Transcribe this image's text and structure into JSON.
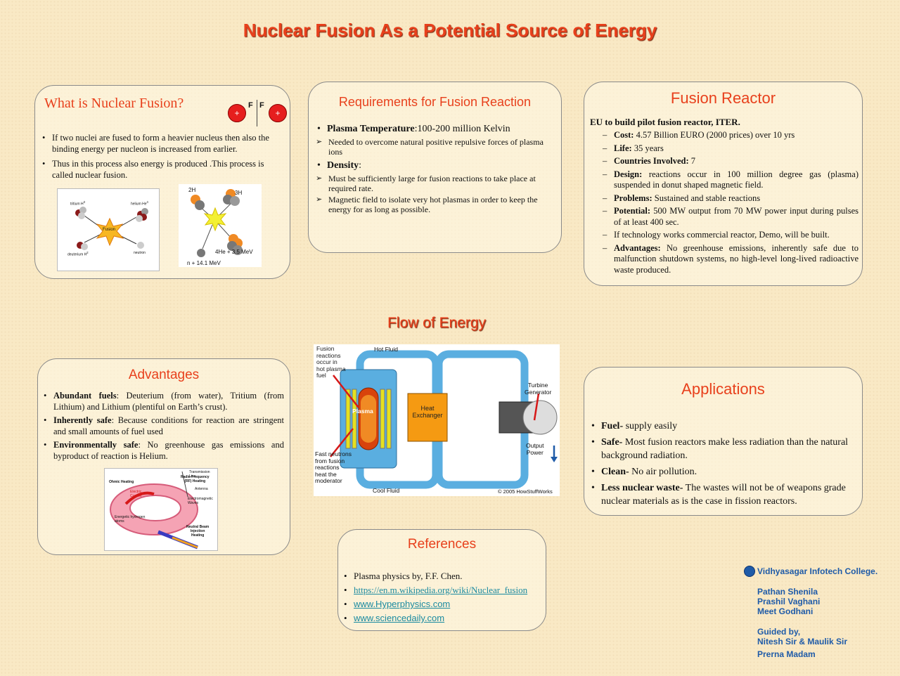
{
  "poster_title": "Nuclear Fusion As a Potential Source of Energy",
  "what": {
    "title": "What is Nuclear Fusion?",
    "bullets": [
      "If two nuclei are fused to form a heavier nucleus then also the binding energy per nucleon is increased from earlier.",
      "Thus in this process also energy is produced .This process is called nuclear fusion."
    ],
    "ff_label_a": "F",
    "ff_label_b": "F",
    "plus": "+",
    "fig1": {
      "tritium": "tritium H",
      "tritium_sup": "3",
      "helium": "helium  He",
      "helium_sup": "4",
      "center": "Fusion",
      "deuterium": "deuterium H",
      "deuterium_sup": "2",
      "neutron": "neutron"
    },
    "fig2": {
      "h2": "2H",
      "h3": "3H",
      "he": "4He + 3.5 MeV",
      "n": "n + 14.1 MeV"
    }
  },
  "requirements": {
    "title": "Requirements for Fusion Reaction",
    "temp_label": "Plasma Temperature",
    "temp_value": ":100-200 million Kelvin",
    "temp_sub": "Needed to overcome natural positive repulsive forces of plasma ions",
    "density_label": "Density",
    "density_colon": ":",
    "density_subs": [
      "Must be sufficiently large for fusion reactions to take place at required rate.",
      "Magnetic field to isolate very hot plasmas in order to keep the energy for as long as possible."
    ]
  },
  "reactor": {
    "title": "Fusion Reactor",
    "intro": "EU to build pilot fusion reactor, ITER.",
    "items": [
      {
        "label": "Cost:",
        "text": " 4.57 Billion EURO (2000 prices) over 10 yrs"
      },
      {
        "label": "Life:",
        "text": " 35 years"
      },
      {
        "label": "Countries Involved:",
        "text": " 7"
      },
      {
        "label": "Design:",
        "text": " reactions occur in 100 million degree gas (plasma) suspended in donut shaped magnetic field."
      },
      {
        "label": "Problems:",
        "text": " Sustained and stable reactions"
      },
      {
        "label": "Potential:",
        "text": " 500 MW output from 70 MW power input during pulses of at least 400 sec."
      },
      {
        "label": "",
        "text": "If technology works commercial reactor, Demo, will be built."
      },
      {
        "label": "Advantages:",
        "text": " No greenhouse emissions, inherently safe due to malfunction shutdown systems, no high-level long-lived radioactive waste produced."
      }
    ]
  },
  "flow": {
    "title": "Flow of Energy",
    "labels": {
      "fusion": [
        "Fusion",
        "reactions",
        "occur in",
        "hot plasma",
        "fuel"
      ],
      "hot_fluid": "Hot Fluid",
      "plasma": "Plasma",
      "heat": [
        "Heat",
        "Exchanger"
      ],
      "turbine": [
        "Turbine",
        "Generator"
      ],
      "output": [
        "Output",
        "Power"
      ],
      "fast": [
        "Fast neutrons",
        "from fusion",
        "reactions",
        "heat the",
        "moderator"
      ],
      "cool_fluid": "Cool Fluid",
      "copyright": "© 2005 HowStuffWorks"
    }
  },
  "advantages": {
    "title": "Advantages",
    "items": [
      {
        "label": "Abundant fuels",
        "text": ": Deuterium (from water), Tritium (from Lithium) and Lithium (plentiful on Earth’s crust)."
      },
      {
        "label": "Inherently safe",
        "text": ": Because conditions for reaction are stringent and small amounts of fuel used"
      },
      {
        "label": "Environmentally safe",
        "text": ": No greenhouse gas emissions and byproduct of reaction is Helium."
      }
    ],
    "torus": {
      "transmission": "Transmission Line",
      "rf": [
        "Radio Frequency",
        "(RF) Heating"
      ],
      "ohmic": "Ohmic Heating",
      "antenna": "Antenna",
      "electric": [
        "Electric",
        "Current"
      ],
      "em_waves": [
        "Electromagnetic",
        "Waves"
      ],
      "energetic": [
        "Energetic hydrogen",
        "atoms"
      ],
      "neutral": [
        "Neutral Beam",
        "Injection",
        "Heating"
      ]
    }
  },
  "applications": {
    "title": "Applications",
    "items": [
      {
        "label": "Fuel-",
        "text": " supply easily"
      },
      {
        "label": "Safe-",
        "text": " Most fusion reactors make less radiation than the natural background radiation."
      },
      {
        "label": "Clean-",
        "text": " No air pollution."
      },
      {
        "label": "Less nuclear waste-",
        "text": " The wastes will not be of weapons grade nuclear materials as is the case in fission reactors."
      }
    ]
  },
  "references": {
    "title": "References",
    "items": [
      "Plasma physics by, F.F. Chen.",
      "https://en.m.wikipedia.org/wiki/Nuclear_fusion",
      "www.Hyperphysics.com",
      "www.sciencedaily.com"
    ]
  },
  "credits": {
    "college": "Vidhyasagar Infotech College.",
    "authors": [
      "Pathan Shenila",
      "Prashil Vaghani",
      "Meet Godhani"
    ],
    "guided_label": "Guided by,",
    "guides": [
      "Nitesh Sir & Maulik Sir",
      "Prerna Madam"
    ]
  },
  "colors": {
    "accent": "#e8401c",
    "credit": "#1f5ba8",
    "link": "#1a8aa0",
    "pipe": "#5aaee0"
  }
}
